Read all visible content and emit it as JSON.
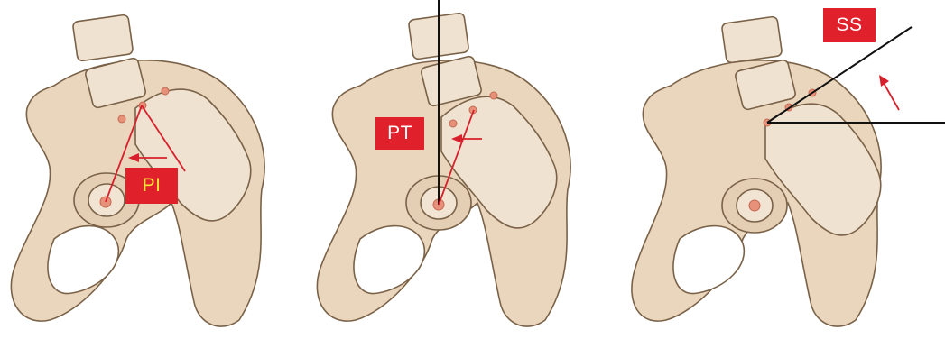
{
  "panels": [
    {
      "label": "PI",
      "label_color": "#ffe33a"
    },
    {
      "label": "PT",
      "label_color": "#ffffff"
    },
    {
      "label": "SS",
      "label_color": "#ffffff"
    }
  ],
  "colors": {
    "bone_fill": "#ead6bd",
    "bone_stroke": "#7a6248",
    "landmark": "#d8745a",
    "line_red": "#d8202c",
    "line_black": "#111111",
    "label_bg": "#e0202a"
  }
}
